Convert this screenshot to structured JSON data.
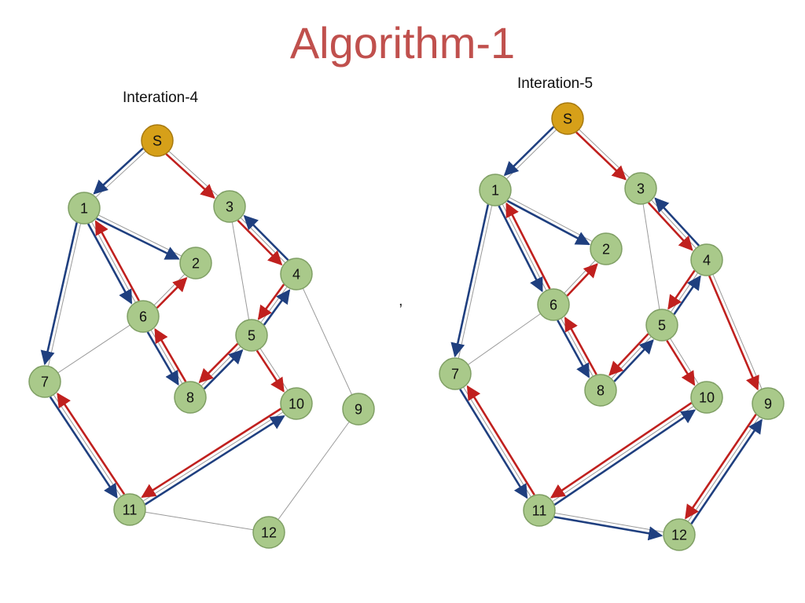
{
  "title": "Algorithm-1",
  "separator": ",",
  "colors": {
    "node_fill": "#a9c98a",
    "node_stroke": "#7f9f64",
    "source_fill": "#d6a019",
    "source_stroke": "#a7790f",
    "edge": "#9a9a9a",
    "forward_arc": "#1f3f7f",
    "backward_arc": "#c0201e"
  },
  "panels": [
    {
      "caption": "Interation-4",
      "nodes": [
        {
          "id": "S",
          "label": "S"
        },
        {
          "id": "1",
          "label": "1"
        },
        {
          "id": "2",
          "label": "2"
        },
        {
          "id": "3",
          "label": "3"
        },
        {
          "id": "4",
          "label": "4"
        },
        {
          "id": "5",
          "label": "5"
        },
        {
          "id": "6",
          "label": "6"
        },
        {
          "id": "7",
          "label": "7"
        },
        {
          "id": "8",
          "label": "8"
        },
        {
          "id": "9",
          "label": "9"
        },
        {
          "id": "10",
          "label": "10"
        },
        {
          "id": "11",
          "label": "11"
        },
        {
          "id": "12",
          "label": "12"
        }
      ],
      "edges": [
        [
          "S",
          "1"
        ],
        [
          "S",
          "3"
        ],
        [
          "1",
          "2"
        ],
        [
          "1",
          "6"
        ],
        [
          "1",
          "7"
        ],
        [
          "3",
          "4"
        ],
        [
          "3",
          "5"
        ],
        [
          "4",
          "5"
        ],
        [
          "4",
          "9"
        ],
        [
          "5",
          "8"
        ],
        [
          "5",
          "10"
        ],
        [
          "6",
          "2"
        ],
        [
          "6",
          "8"
        ],
        [
          "6",
          "7"
        ],
        [
          "7",
          "11"
        ],
        [
          "11",
          "10"
        ],
        [
          "11",
          "12"
        ],
        [
          "9",
          "12"
        ]
      ],
      "arcs": [
        {
          "from": "S",
          "to": "1",
          "kind": "forward"
        },
        {
          "from": "S",
          "to": "3",
          "kind": "backward"
        },
        {
          "from": "1",
          "to": "2",
          "kind": "forward"
        },
        {
          "from": "1",
          "to": "6",
          "kind": "forward"
        },
        {
          "from": "6",
          "to": "1",
          "kind": "backward"
        },
        {
          "from": "1",
          "to": "7",
          "kind": "forward"
        },
        {
          "from": "6",
          "to": "2",
          "kind": "backward"
        },
        {
          "from": "6",
          "to": "8",
          "kind": "forward"
        },
        {
          "from": "8",
          "to": "6",
          "kind": "backward"
        },
        {
          "from": "8",
          "to": "5",
          "kind": "forward"
        },
        {
          "from": "5",
          "to": "4",
          "kind": "forward"
        },
        {
          "from": "4",
          "to": "3",
          "kind": "forward"
        },
        {
          "from": "3",
          "to": "4",
          "kind": "backward"
        },
        {
          "from": "4",
          "to": "5",
          "kind": "backward"
        },
        {
          "from": "5",
          "to": "8",
          "kind": "backward"
        },
        {
          "from": "5",
          "to": "10",
          "kind": "backward"
        },
        {
          "from": "10",
          "to": "11",
          "kind": "backward"
        },
        {
          "from": "11",
          "to": "10",
          "kind": "forward"
        },
        {
          "from": "11",
          "to": "7",
          "kind": "backward"
        },
        {
          "from": "7",
          "to": "11",
          "kind": "forward"
        }
      ]
    },
    {
      "caption": "Interation-5",
      "nodes": [
        {
          "id": "S",
          "label": "S"
        },
        {
          "id": "1",
          "label": "1"
        },
        {
          "id": "2",
          "label": "2"
        },
        {
          "id": "3",
          "label": "3"
        },
        {
          "id": "4",
          "label": "4"
        },
        {
          "id": "5",
          "label": "5"
        },
        {
          "id": "6",
          "label": "6"
        },
        {
          "id": "7",
          "label": "7"
        },
        {
          "id": "8",
          "label": "8"
        },
        {
          "id": "9",
          "label": "9"
        },
        {
          "id": "10",
          "label": "10"
        },
        {
          "id": "11",
          "label": "11"
        },
        {
          "id": "12",
          "label": "12"
        }
      ],
      "edges": [
        [
          "S",
          "1"
        ],
        [
          "S",
          "3"
        ],
        [
          "1",
          "2"
        ],
        [
          "1",
          "6"
        ],
        [
          "1",
          "7"
        ],
        [
          "3",
          "4"
        ],
        [
          "3",
          "5"
        ],
        [
          "4",
          "5"
        ],
        [
          "4",
          "9"
        ],
        [
          "5",
          "8"
        ],
        [
          "5",
          "10"
        ],
        [
          "6",
          "2"
        ],
        [
          "6",
          "8"
        ],
        [
          "6",
          "7"
        ],
        [
          "7",
          "11"
        ],
        [
          "11",
          "10"
        ],
        [
          "11",
          "12"
        ],
        [
          "9",
          "12"
        ]
      ],
      "arcs": [
        {
          "from": "S",
          "to": "1",
          "kind": "forward"
        },
        {
          "from": "S",
          "to": "3",
          "kind": "backward"
        },
        {
          "from": "1",
          "to": "2",
          "kind": "forward"
        },
        {
          "from": "1",
          "to": "6",
          "kind": "forward"
        },
        {
          "from": "6",
          "to": "1",
          "kind": "backward"
        },
        {
          "from": "1",
          "to": "7",
          "kind": "forward"
        },
        {
          "from": "6",
          "to": "2",
          "kind": "backward"
        },
        {
          "from": "6",
          "to": "8",
          "kind": "forward"
        },
        {
          "from": "8",
          "to": "6",
          "kind": "backward"
        },
        {
          "from": "8",
          "to": "5",
          "kind": "forward"
        },
        {
          "from": "5",
          "to": "4",
          "kind": "forward"
        },
        {
          "from": "4",
          "to": "3",
          "kind": "forward"
        },
        {
          "from": "3",
          "to": "4",
          "kind": "backward"
        },
        {
          "from": "4",
          "to": "5",
          "kind": "backward"
        },
        {
          "from": "5",
          "to": "8",
          "kind": "backward"
        },
        {
          "from": "5",
          "to": "10",
          "kind": "backward"
        },
        {
          "from": "4",
          "to": "9",
          "kind": "backward"
        },
        {
          "from": "9",
          "to": "12",
          "kind": "backward"
        },
        {
          "from": "12",
          "to": "9",
          "kind": "forward"
        },
        {
          "from": "11",
          "to": "12",
          "kind": "forward"
        },
        {
          "from": "10",
          "to": "11",
          "kind": "backward"
        },
        {
          "from": "11",
          "to": "10",
          "kind": "forward"
        },
        {
          "from": "11",
          "to": "7",
          "kind": "backward"
        },
        {
          "from": "7",
          "to": "11",
          "kind": "forward"
        }
      ]
    }
  ]
}
